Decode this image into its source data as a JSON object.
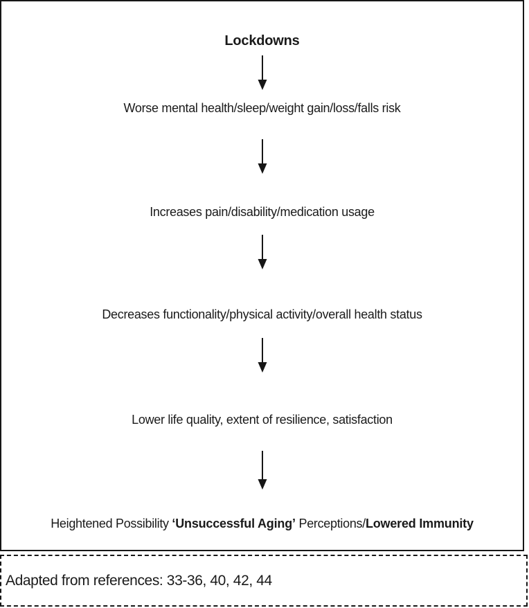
{
  "diagram": {
    "title": "Lockdowns",
    "steps": [
      {
        "text": "Worse mental health/sleep/weight gain/loss/falls risk"
      },
      {
        "text": "Increases pain/disability/medication usage"
      },
      {
        "text": "Decreases functionality/physical activity/overall health status"
      },
      {
        "text": "Lower life quality, extent of resilience, satisfaction"
      }
    ],
    "outcome": {
      "prefix": "Heightened Possibility ",
      "bold_quote": "‘Unsuccessful Aging’",
      "middle": " Perceptions/",
      "bold_end": "Lowered Immunity"
    },
    "arrow_icon": "down-arrow"
  },
  "footer": {
    "caption": "Adapted from references: 33-36, 40, 42, 44"
  },
  "colors": {
    "ink": "#1a1a1a",
    "border": "#161616",
    "background": "#ffffff"
  }
}
